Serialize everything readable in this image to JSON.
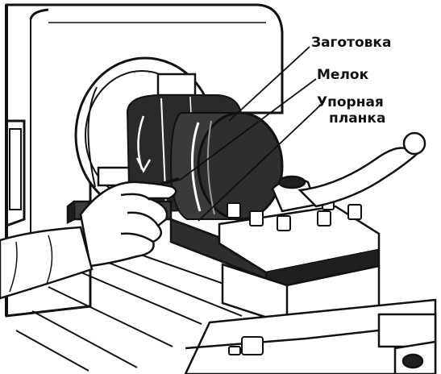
{
  "labels": {
    "workpiece": "Заготовка",
    "chalk": "Мелок",
    "rest_line1": "Упорная",
    "rest_line2": "планка"
  },
  "colors": {
    "ink": "#111111",
    "paper": "#ffffff",
    "shade": "#2a2a2a"
  }
}
